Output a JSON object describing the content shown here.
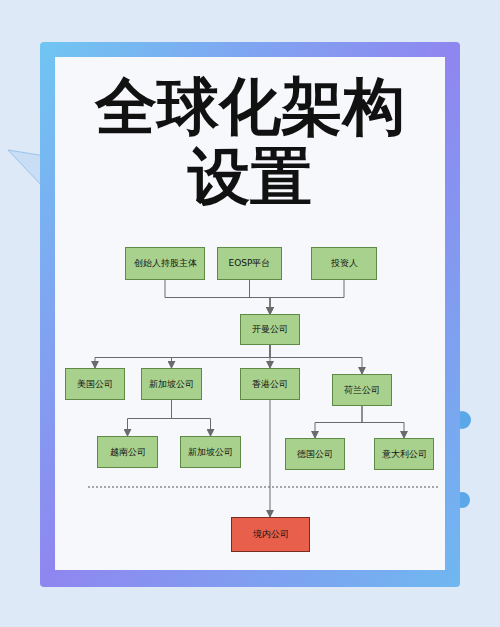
{
  "diagram": {
    "title": "全球化架构设置",
    "nodes": [
      {
        "text": [
          "创始人持股主体"
        ]
      },
      {
        "text": [
          "EOSP平台"
        ]
      },
      {
        "text": [
          "投资人"
        ]
      },
      {
        "text": [
          "开曼公司"
        ]
      },
      {
        "text": [
          "美国公司"
        ]
      },
      {
        "text": [
          "新加坡公司"
        ]
      },
      {
        "text": [
          "香港公司"
        ]
      },
      {
        "text": [
          "荷兰公司"
        ]
      },
      {
        "text": [
          "越南公司"
        ]
      },
      {
        "text": [
          "新加坡公司"
        ]
      },
      {
        "text": [
          "德国公司"
        ]
      },
      {
        "text": [
          "意大利公司"
        ]
      },
      {
        "text": [
          "境内公司"
        ]
      }
    ],
    "edges": [
      {
        "from": 0,
        "to": 3,
        "arrow": "to"
      },
      {
        "from": 1,
        "to": 3,
        "arrow": "to"
      },
      {
        "from": 2,
        "to": 3,
        "arrow": "to"
      },
      {
        "from": 3,
        "to": 4,
        "arrow": "to"
      },
      {
        "from": 3,
        "to": 5,
        "arrow": "to"
      },
      {
        "from": 3,
        "to": 6,
        "arrow": "to"
      },
      {
        "from": 3,
        "to": 7,
        "arrow": "to"
      },
      {
        "from": 5,
        "to": 8,
        "arrow": "to"
      },
      {
        "from": 5,
        "to": 9,
        "arrow": "to"
      },
      {
        "from": 7,
        "to": 10,
        "arrow": "to"
      },
      {
        "from": 7,
        "to": 11,
        "arrow": "to"
      },
      {
        "from": 6,
        "to": 12,
        "arrow": "to"
      }
    ]
  }
}
